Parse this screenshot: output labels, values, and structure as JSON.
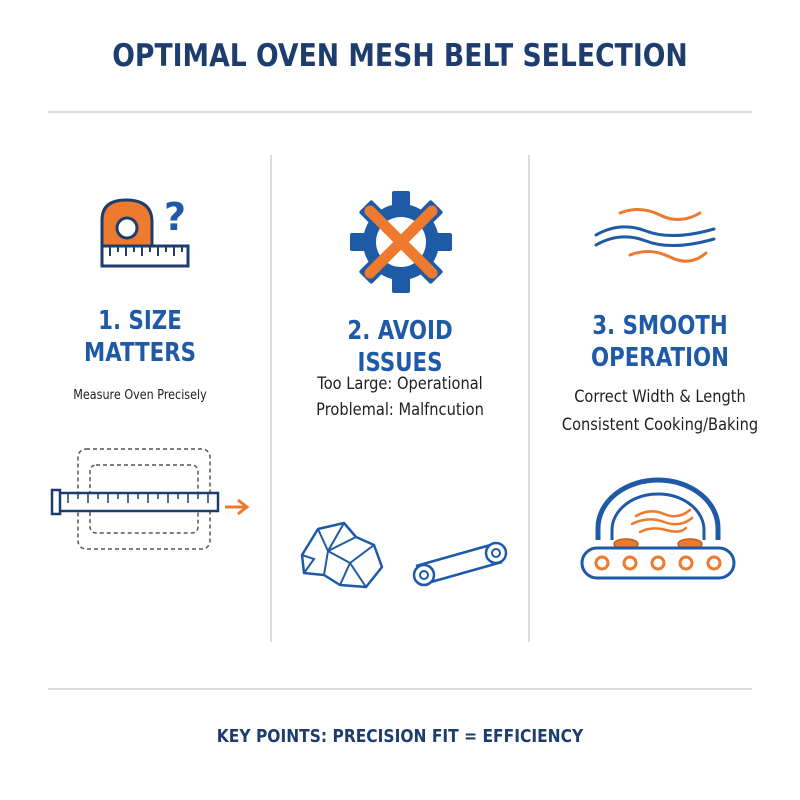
{
  "title": "OPTIMAL OVEN MESH BELT SELECTION",
  "colors": {
    "navy": "#1d3d6e",
    "blue": "#1f5aa6",
    "orange": "#ee7a2f",
    "divider": "#dcdcdc"
  },
  "columns": [
    {
      "heading_line1": "1. SIZE",
      "heading_line2": "MATTERS",
      "desc_line1": "Measure Oven Precisely",
      "icons": [
        "tape-measure-question-icon",
        "measure-oven-diagram-icon"
      ]
    },
    {
      "heading_line1": "2. AVOID ISSUES",
      "desc_line1": "Too Large: Operational",
      "desc_line2": "Problemal: Malfncution",
      "icons": [
        "gear-crossed-icon",
        "crumpled-belt-icon",
        "roller-belt-icon"
      ]
    },
    {
      "heading_line1": "3. SMOOTH",
      "heading_line2": "OPERATION",
      "desc_line1": "Correct Width & Length",
      "desc_line2": "Consistent Cooking/Baking",
      "icons": [
        "heat-waves-icon",
        "oven-conveyor-icon"
      ]
    }
  ],
  "footer": "KEY POINTS: PRECISION FIT = EFFICIENCY"
}
